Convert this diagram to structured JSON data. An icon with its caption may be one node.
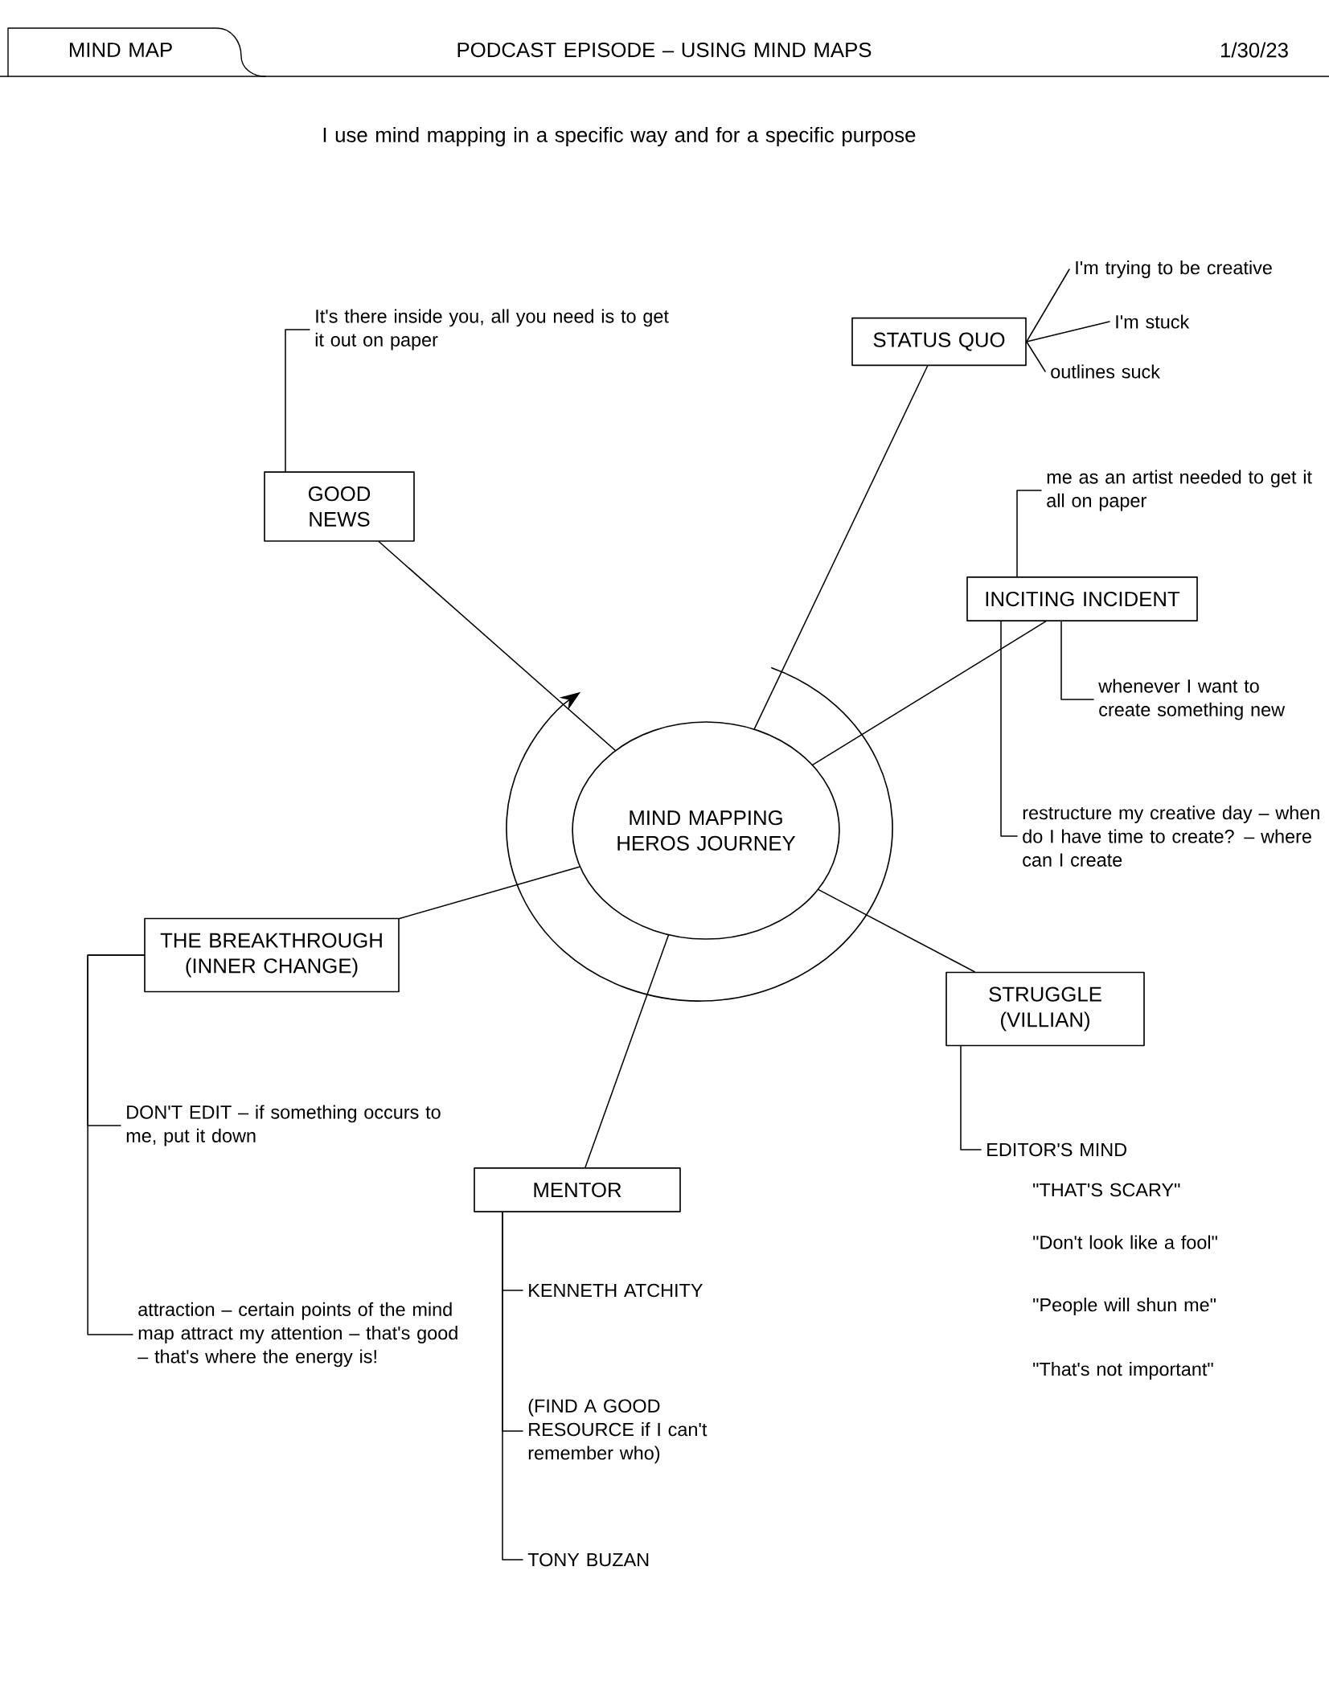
{
  "diagram": {
    "title": "PODCAST EPISODE – USING MIND MAPS",
    "nodes": [
      {
        "text": [
          "MIND MAPPING HEROS JOURNEY"
        ]
      },
      {
        "text": [
          "STATUS QUO"
        ]
      },
      {
        "text": [
          "GOOD NEWS"
        ]
      },
      {
        "text": [
          "INCITING INCIDENT"
        ]
      },
      {
        "text": [
          "STRUGGLE (VILLIAN)"
        ]
      },
      {
        "text": [
          "MENTOR"
        ]
      },
      {
        "text": [
          "THE BREAKTHROUGH (INNER CHANGE)"
        ]
      },
      {
        "text": [
          "I'm trying to be creative"
        ]
      },
      {
        "text": [
          "I'm stuck"
        ]
      },
      {
        "text": [
          "outlines suck"
        ]
      },
      {
        "text": [
          "It's there inside you, all you need is to get it out on paper"
        ]
      },
      {
        "text": [
          "me as an artist needed to get it all on paper"
        ]
      },
      {
        "text": [
          "whenever I want to create something new"
        ]
      },
      {
        "text": [
          "restructure my creative day – when do I have time to create? – where can I create"
        ]
      },
      {
        "text": [
          "DON'T EDIT – if something occurs to me, put it down"
        ]
      },
      {
        "text": [
          "attraction – certain points of the mind map attract my attention – that's good – that's where the energy is!"
        ]
      },
      {
        "text": [
          "KENNETH ATCHITY"
        ]
      },
      {
        "text": [
          "(FIND A GOOD RESOURCE if I can't remember who)"
        ]
      },
      {
        "text": [
          "TONY BUZAN"
        ]
      },
      {
        "text": [
          "EDITOR'S MIND"
        ]
      }
    ],
    "edges": [
      {
        "from": 0,
        "to": 1,
        "arrow": "none"
      },
      {
        "from": 0,
        "to": 2,
        "arrow": "none"
      },
      {
        "from": 0,
        "to": 3,
        "arrow": "none"
      },
      {
        "from": 0,
        "to": 4,
        "arrow": "none"
      },
      {
        "from": 0,
        "to": 5,
        "arrow": "none"
      },
      {
        "from": 0,
        "to": 6,
        "arrow": "none"
      },
      {
        "from": 1,
        "to": 7,
        "arrow": "none"
      },
      {
        "from": 1,
        "to": 8,
        "arrow": "none"
      },
      {
        "from": 1,
        "to": 9,
        "arrow": "none"
      },
      {
        "from": 2,
        "to": 10,
        "arrow": "none"
      },
      {
        "from": 3,
        "to": 11,
        "arrow": "none"
      },
      {
        "from": 3,
        "to": 12,
        "arrow": "none"
      },
      {
        "from": 3,
        "to": 13,
        "arrow": "none"
      },
      {
        "from": 6,
        "to": 14,
        "arrow": "none"
      },
      {
        "from": 6,
        "to": 15,
        "arrow": "none"
      },
      {
        "from": 5,
        "to": 16,
        "arrow": "none"
      },
      {
        "from": 5,
        "to": 17,
        "arrow": "none"
      },
      {
        "from": 5,
        "to": 18,
        "arrow": "none"
      },
      {
        "from": 4,
        "to": 19,
        "arrow": "none"
      }
    ],
    "labels": [
      "MIND MAP",
      "1/30/23",
      "I use mind mapping in a specific way and for a specific purpose",
      "\"THAT'S SCARY\"",
      "\"Don't look like a fool\"",
      "\"People will shun me\"",
      "\"That's not important\""
    ]
  }
}
